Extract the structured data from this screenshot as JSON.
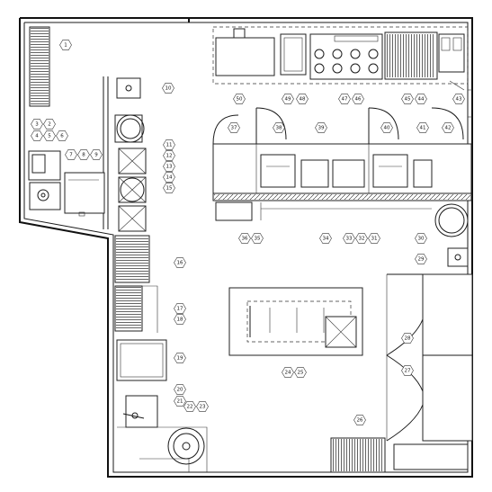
{
  "tags": [
    "1",
    "3",
    "2",
    "4",
    "5",
    "6",
    "7",
    "8",
    "9",
    "10",
    "11",
    "12",
    "13",
    "14",
    "15",
    "16",
    "17",
    "18",
    "19",
    "20",
    "21",
    "22",
    "23",
    "24",
    "25",
    "26",
    "27",
    "28",
    "29",
    "30",
    "31",
    "32",
    "33",
    "34",
    "35",
    "36",
    "37",
    "38",
    "39",
    "40",
    "41",
    "42",
    "43",
    "44",
    "45",
    "46",
    "47",
    "48",
    "49",
    "50"
  ]
}
